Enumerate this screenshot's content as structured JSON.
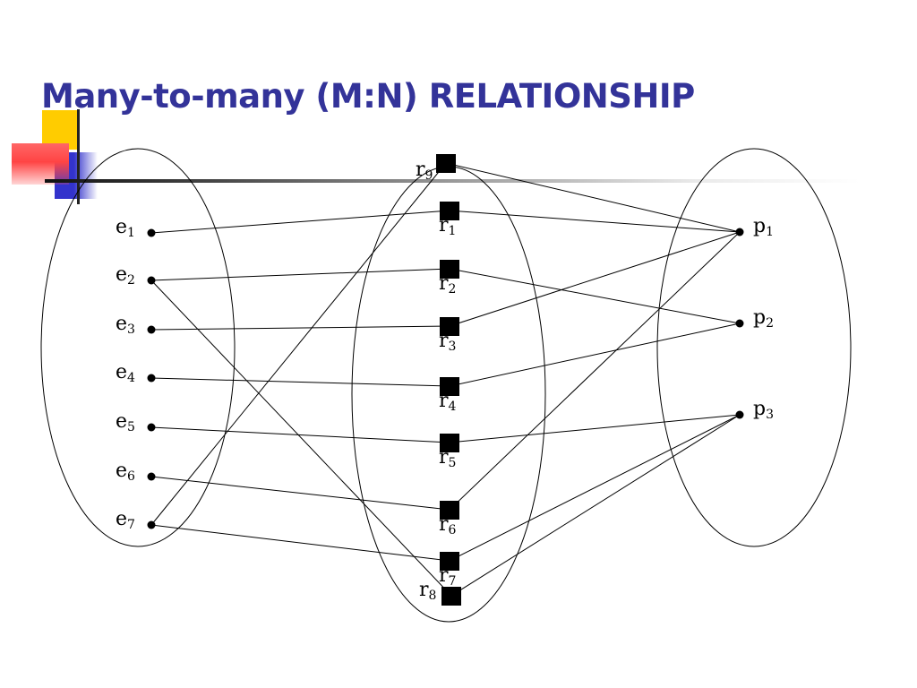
{
  "title": "Many-to-many (M:N) RELATIONSHIP",
  "diagram": {
    "left_nodes": [
      {
        "id": "e1",
        "base": "e",
        "sub": "1"
      },
      {
        "id": "e2",
        "base": "e",
        "sub": "2"
      },
      {
        "id": "e3",
        "base": "e",
        "sub": "3"
      },
      {
        "id": "e4",
        "base": "e",
        "sub": "4"
      },
      {
        "id": "e5",
        "base": "e",
        "sub": "5"
      },
      {
        "id": "e6",
        "base": "e",
        "sub": "6"
      },
      {
        "id": "e7",
        "base": "e",
        "sub": "7"
      }
    ],
    "relationship_nodes": [
      {
        "id": "r9",
        "base": "r",
        "sub": "9"
      },
      {
        "id": "r1",
        "base": "r",
        "sub": "1"
      },
      {
        "id": "r2",
        "base": "r",
        "sub": "2"
      },
      {
        "id": "r3",
        "base": "r",
        "sub": "3"
      },
      {
        "id": "r4",
        "base": "r",
        "sub": "4"
      },
      {
        "id": "r5",
        "base": "r",
        "sub": "5"
      },
      {
        "id": "r6",
        "base": "r",
        "sub": "6"
      },
      {
        "id": "r7",
        "base": "r",
        "sub": "7"
      },
      {
        "id": "r8",
        "base": "r",
        "sub": "8"
      }
    ],
    "right_nodes": [
      {
        "id": "p1",
        "base": "p",
        "sub": "1"
      },
      {
        "id": "p2",
        "base": "p",
        "sub": "2"
      },
      {
        "id": "p3",
        "base": "p",
        "sub": "3"
      }
    ],
    "edges": [
      [
        "e1",
        "r1"
      ],
      [
        "r1",
        "p1"
      ],
      [
        "e2",
        "r2"
      ],
      [
        "r2",
        "p2"
      ],
      [
        "e3",
        "r3"
      ],
      [
        "r3",
        "p1"
      ],
      [
        "e4",
        "r4"
      ],
      [
        "r4",
        "p2"
      ],
      [
        "e5",
        "r5"
      ],
      [
        "r5",
        "p3"
      ],
      [
        "e6",
        "r6"
      ],
      [
        "r6",
        "p1"
      ],
      [
        "e7",
        "r7"
      ],
      [
        "r7",
        "p3"
      ],
      [
        "e2",
        "r8"
      ],
      [
        "r8",
        "p3"
      ],
      [
        "e7",
        "r9"
      ],
      [
        "r9",
        "p1"
      ]
    ]
  }
}
